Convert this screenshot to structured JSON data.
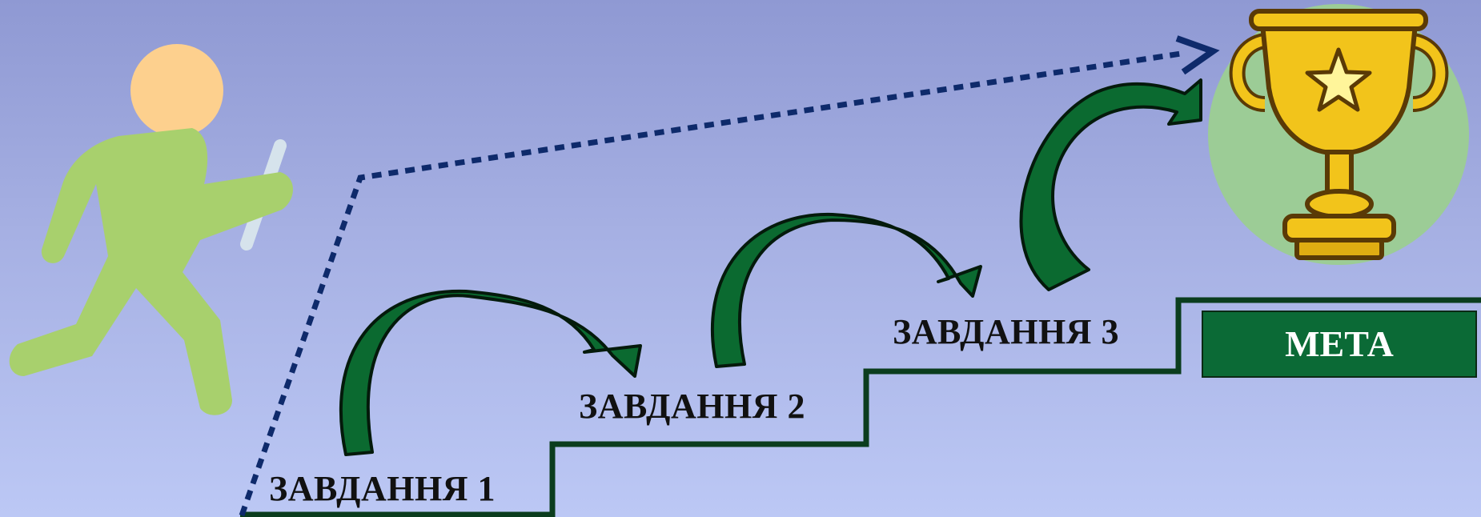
{
  "steps": [
    {
      "label": "ЗАВДАННЯ 1"
    },
    {
      "label": "ЗАВДАННЯ 2"
    },
    {
      "label": "ЗАВДАННЯ 3"
    }
  ],
  "goal": {
    "label": "МЕТА"
  },
  "colors": {
    "background_top": "#8f99d3",
    "background_bottom": "#bcc8f5",
    "stair_line": "#0b3d1e",
    "jump_arrow": "#0b6a30",
    "dotted_path": "#0e2a6b",
    "goal_box": "#0b6a36",
    "runner": "#a8d06d",
    "runner_head": "#fdd08e",
    "trophy_gold": "#f2c41b",
    "trophy_circle": "#9ccc96"
  },
  "icons": [
    "runner-icon",
    "trophy-icon",
    "star-icon"
  ]
}
